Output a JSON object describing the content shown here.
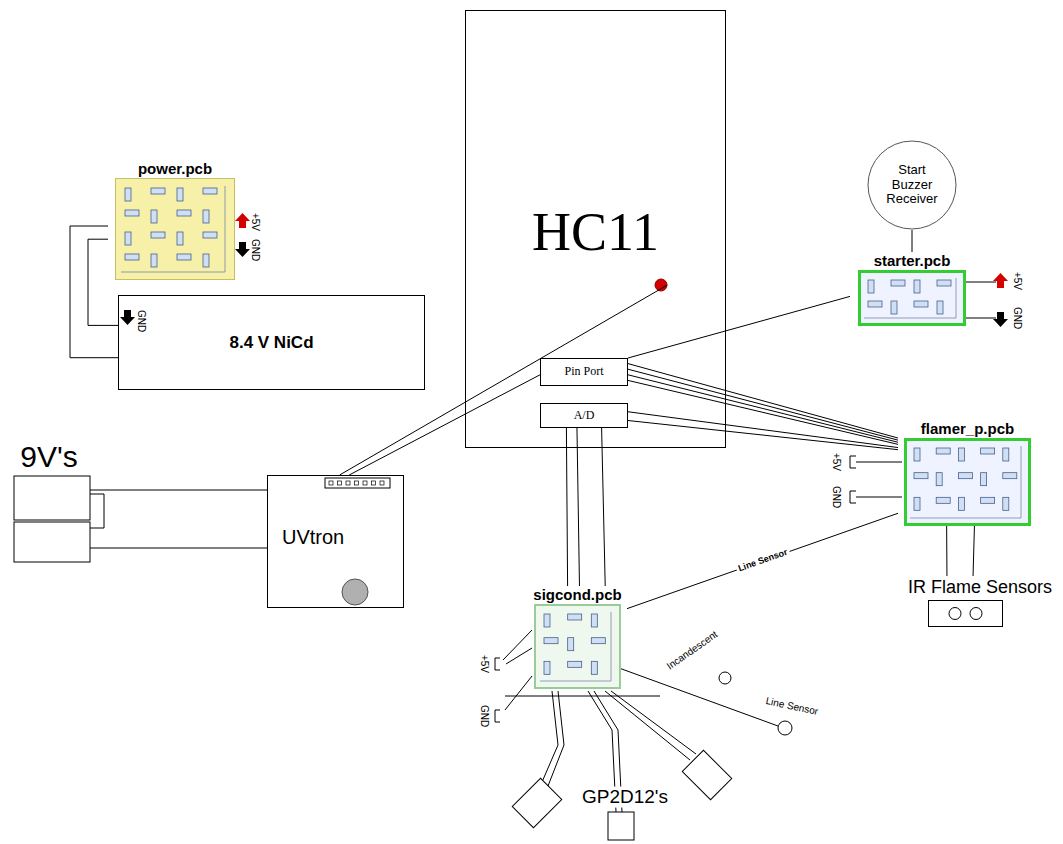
{
  "diagram": {
    "nodes": [
      {
        "text": [
          "HC11"
        ]
      },
      {
        "text": [
          "Pin Port"
        ],
        "in": 0
      },
      {
        "text": [
          "A/D"
        ],
        "in": 0
      },
      {
        "text": [
          "power.pcb"
        ]
      },
      {
        "text": [
          "Start Buzzer Receiver"
        ]
      },
      {
        "text": [
          "starter.pcb"
        ]
      },
      {
        "text": [
          "8.4 V NiCd"
        ]
      },
      {
        "text": [
          "UVtron"
        ]
      },
      {
        "text": [
          "flamer_p.pcb"
        ]
      },
      {
        "text": [
          "sigcond.pcb"
        ]
      },
      {
        "text": [
          "IR Flame Sensors"
        ]
      }
    ],
    "edges": [
      {
        "from": 3,
        "to": 6,
        "arrow": "none"
      },
      {
        "from": 3,
        "to": 6,
        "arrow": "none"
      },
      {
        "from": 7,
        "to": 0,
        "arrow": "none"
      },
      {
        "from": 7,
        "to": 1,
        "arrow": "none"
      },
      {
        "from": 1,
        "to": 5,
        "arrow": "none"
      },
      {
        "from": 1,
        "to": 8,
        "arrow": "none"
      },
      {
        "from": 1,
        "to": 8,
        "arrow": "none"
      },
      {
        "from": 1,
        "to": 8,
        "arrow": "none"
      },
      {
        "from": 1,
        "to": 8,
        "arrow": "none"
      },
      {
        "from": 2,
        "to": 8,
        "arrow": "none"
      },
      {
        "from": 2,
        "to": 8,
        "arrow": "none"
      },
      {
        "from": 2,
        "to": 9,
        "arrow": "none"
      },
      {
        "from": 2,
        "to": 9,
        "arrow": "none"
      },
      {
        "from": 2,
        "to": 9,
        "arrow": "none"
      },
      {
        "from": 9,
        "to": 8,
        "label": "Line Sensor",
        "arrow": "none"
      },
      {
        "from": 8,
        "to": 10,
        "arrow": "none"
      },
      {
        "from": 8,
        "to": 10,
        "arrow": "none"
      },
      {
        "from": 4,
        "to": 5,
        "arrow": "none"
      }
    ],
    "labels": [
      "+5V",
      "GND",
      "GND",
      "9V's",
      "+5V",
      "GND",
      "+5V",
      "GND",
      "+5V",
      "GND",
      "GP2D12's",
      "Incandescent",
      "Line Sensor"
    ]
  }
}
